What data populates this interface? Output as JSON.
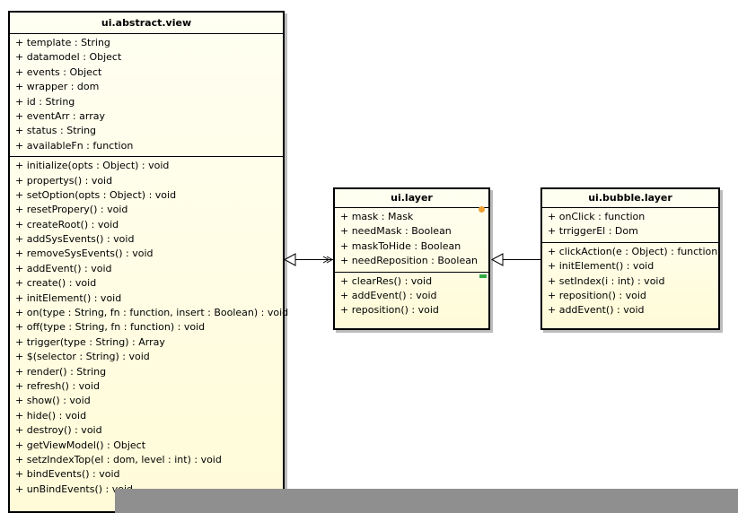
{
  "classes": [
    {
      "name": "ui.abstract.view",
      "attributes": [
        "+ template : String",
        "+ datamodel : Object",
        "+ events : Object",
        "+ wrapper : dom",
        "+ id : String",
        "+ eventArr : array",
        "+ status : String",
        "+ availableFn : function"
      ],
      "operations": [
        "+ initialize(opts : Object) : void",
        "+ propertys() : void",
        "+ setOption(opts : Object) : void",
        "+ resetPropery() : void",
        "+ createRoot() : void",
        "+ addSysEvents() : void",
        "+ removeSysEvents() : void",
        "+ addEvent() : void",
        "+ create() : void",
        "+ initElement() : void",
        "+ on(type : String, fn : function, insert : Boolean) : void",
        "+ off(type : String, fn : function) : void",
        "+ trigger(type : String) : Array",
        "+ $(selector : String) : void",
        "+ render() : String",
        "+ refresh() : void",
        "+ show() : void",
        "+ hide() : void",
        "+ destroy() : void",
        "+ getViewModel() : Object",
        "+ setzIndexTop(el : dom, level : int) : void",
        "+ bindEvents() : void",
        "+ unBindEvents() : void"
      ]
    },
    {
      "name": "ui.layer",
      "attributes": [
        "+ mask : Mask",
        "+ needMask : Boolean",
        "+ maskToHide : Boolean",
        "+ needReposition : Boolean"
      ],
      "operations": [
        "+ clearRes() : void",
        "+ addEvent() : void",
        "+ reposition() : void"
      ]
    },
    {
      "name": "ui.bubble.layer",
      "attributes": [
        "+ onClick : function",
        "+ trriggerEl : Dom"
      ],
      "operations": [
        "+ clickAction(e : Object) : function",
        "+ initElement() : void",
        "+ setIndex(i : int) : void",
        "+ reposition() : void",
        "+ addEvent() : void"
      ]
    }
  ],
  "relations": [
    {
      "from": "ui.layer",
      "to": "ui.abstract.view",
      "type": "generalization"
    },
    {
      "from": "ui.bubble.layer",
      "to": "ui.layer",
      "type": "generalization"
    }
  ],
  "colors": {
    "class_fill_top": "#fffff2",
    "class_fill_bottom": "#fffbd8",
    "border": "#000000",
    "shadow": "#bcbcbc",
    "bottom_band": "#8f8f8f"
  }
}
